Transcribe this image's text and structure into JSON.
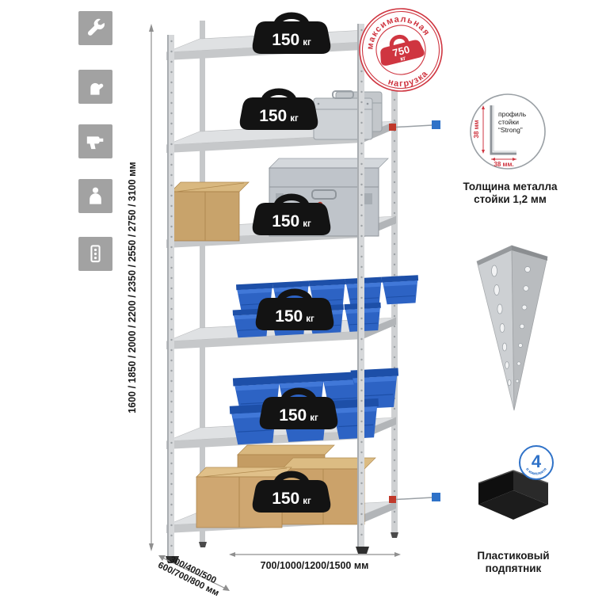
{
  "colors": {
    "accent_red": "#cf3540",
    "accent_blue": "#2f72c8",
    "bin_blue": "#2d63c4",
    "metal_gray": "#d6d8da"
  },
  "icons": {
    "items": [
      "wrench",
      "gloves",
      "drill",
      "person",
      "rack"
    ]
  },
  "dimensions": {
    "height": "1600 / 1850 / 2000 / 2200 / 2350 / 2550 / 2750 / 3100 мм",
    "width": "700/1000/1200/1500 мм",
    "depth_line1": "300/400/500",
    "depth_line2": "600/700/800 мм"
  },
  "weight_badge": {
    "value": "150",
    "unit": "кг"
  },
  "stamp": {
    "arc_top": "максимальная",
    "arc_bottom": "нагрузка",
    "value": "750",
    "unit": "кг"
  },
  "profile_detail": {
    "dim_vertical": "38 мм",
    "dim_horizontal": "38 мм.",
    "label_line1": "профиль",
    "label_line2": "стойки",
    "label_line3": "“Strong”",
    "caption_line1": "Толщина металла",
    "caption_line2": "стойки 1,2 мм"
  },
  "foot_detail": {
    "badge_number": "4",
    "badge_text": "в комплекте",
    "caption_line1": "Пластиковый",
    "caption_line2": "подпятник"
  }
}
